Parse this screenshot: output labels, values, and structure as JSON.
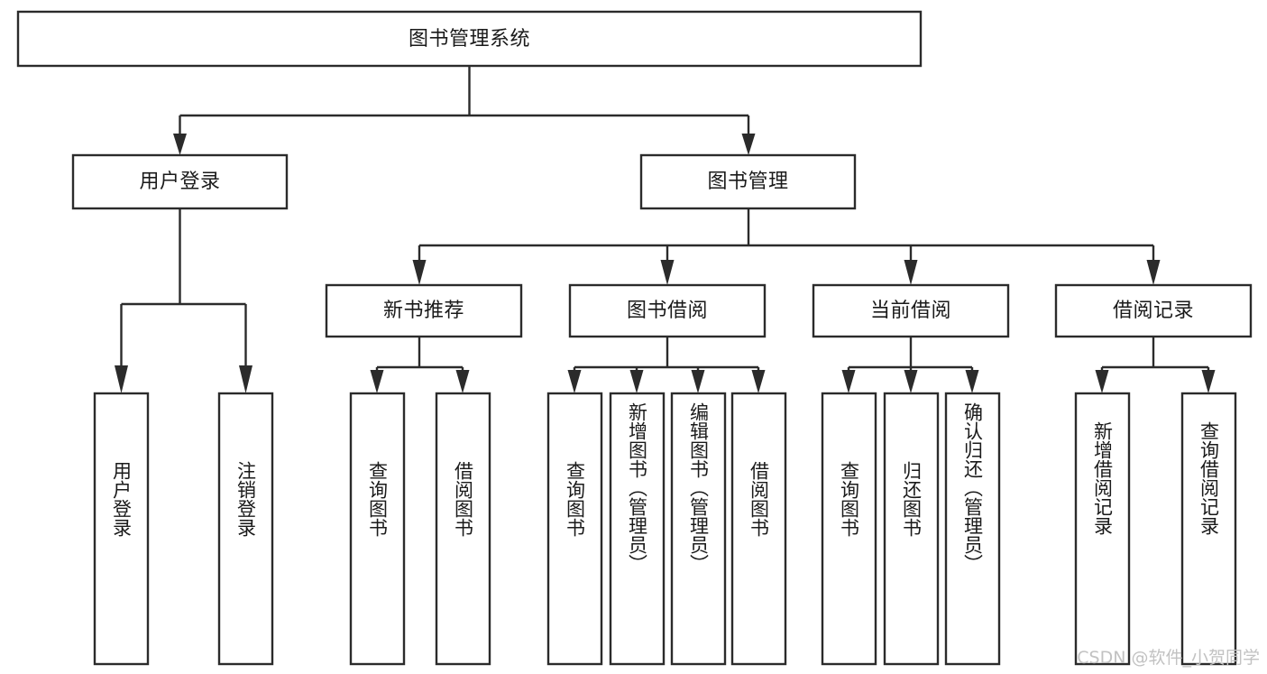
{
  "diagram": {
    "type": "tree",
    "title": "图书管理系统",
    "watermark": "CSDN @软件_小贺同学",
    "colors": {
      "stroke": "#2b2b2b",
      "fill": "#ffffff",
      "text": "#1a1a1a",
      "watermark": "#c2c2c2",
      "background": "#ffffff"
    },
    "nodes": {
      "root": "图书管理系统",
      "level1": [
        "用户登录",
        "图书管理"
      ],
      "level2": [
        "新书推荐",
        "图书借阅",
        "当前借阅",
        "借阅记录"
      ],
      "leaves": {
        "user_login": [
          "用户登录",
          "注销登录"
        ],
        "new_book": [
          "查询图书",
          "借阅图书"
        ],
        "book_borrow": [
          "查询图书",
          "新增图书（管理员）",
          "编辑图书（管理员）",
          "借阅图书"
        ],
        "current_borrow": [
          "查询图书",
          "归还图书",
          "确认归还（管理员）"
        ],
        "borrow_record": [
          "新增借阅记录",
          "查询借阅记录"
        ]
      }
    },
    "edges": [
      {
        "from": "图书管理系统",
        "to": "用户登录"
      },
      {
        "from": "图书管理系统",
        "to": "图书管理"
      },
      {
        "from": "用户登录",
        "to": "用户登录"
      },
      {
        "from": "用户登录",
        "to": "注销登录"
      },
      {
        "from": "图书管理",
        "to": "新书推荐"
      },
      {
        "from": "图书管理",
        "to": "图书借阅"
      },
      {
        "from": "图书管理",
        "to": "当前借阅"
      },
      {
        "from": "图书管理",
        "to": "借阅记录"
      },
      {
        "from": "新书推荐",
        "to": "查询图书"
      },
      {
        "from": "新书推荐",
        "to": "借阅图书"
      },
      {
        "from": "图书借阅",
        "to": "查询图书"
      },
      {
        "from": "图书借阅",
        "to": "新增图书（管理员）"
      },
      {
        "from": "图书借阅",
        "to": "编辑图书（管理员）"
      },
      {
        "from": "图书借阅",
        "to": "借阅图书"
      },
      {
        "from": "当前借阅",
        "to": "查询图书"
      },
      {
        "from": "当前借阅",
        "to": "归还图书"
      },
      {
        "from": "当前借阅",
        "to": "确认归还（管理员）"
      },
      {
        "from": "借阅记录",
        "to": "新增借阅记录"
      },
      {
        "from": "借阅记录",
        "to": "查询借阅记录"
      }
    ]
  }
}
